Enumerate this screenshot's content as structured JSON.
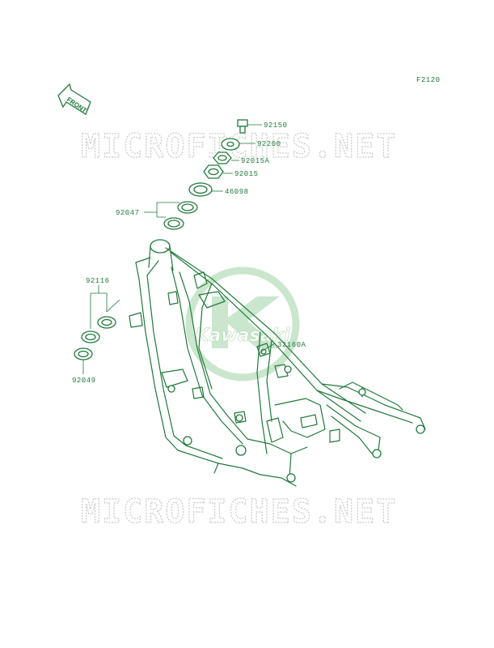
{
  "diagram": {
    "figure_code": "F2120",
    "front_label": "FRONT",
    "brand_watermark": "Kawasaki",
    "site_watermark_top": "MICROFICHES.NET",
    "site_watermark_bottom": "MICROFICHES.NET",
    "colors": {
      "line": "#1f7a3a",
      "watermark_grey": "#c9c9c9",
      "logo_green": "#9fd3a6"
    },
    "parts": [
      {
        "id": "p92150",
        "number": "92150"
      },
      {
        "id": "p92200",
        "number": "92200"
      },
      {
        "id": "p92015A",
        "number": "92015A"
      },
      {
        "id": "p92015",
        "number": "92015"
      },
      {
        "id": "p46098",
        "number": "46098"
      },
      {
        "id": "p92047",
        "number": "92047"
      },
      {
        "id": "p92116",
        "number": "92116"
      },
      {
        "id": "p92049",
        "number": "92049"
      },
      {
        "id": "p32160A",
        "number": "32160A"
      }
    ]
  }
}
